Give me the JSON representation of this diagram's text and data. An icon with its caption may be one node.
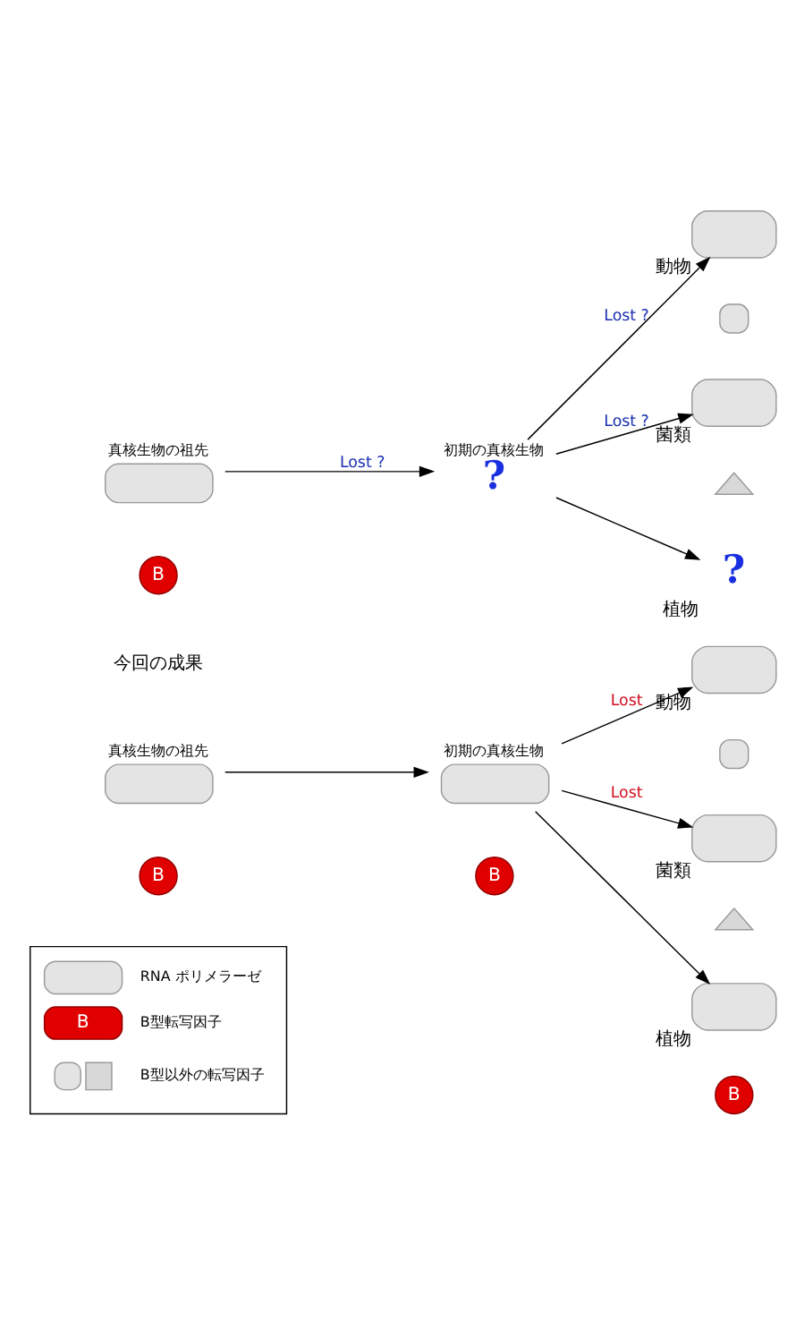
{
  "diagram": {
    "nodes": [
      {
        "text": [
          "真核生物の祖先"
        ]
      },
      {
        "text": [
          "B"
        ]
      },
      {
        "text": [
          "初期の真核生物",
          "?"
        ]
      },
      {
        "text": [],
        "shape": "box",
        "beside": [
          "動物"
        ]
      },
      {
        "text": [],
        "shape": "square"
      },
      {
        "text": [],
        "shape": "box",
        "beside": [
          "菌類"
        ]
      },
      {
        "text": [],
        "shape": "triangle"
      },
      {
        "text": [
          "?"
        ],
        "beside": [
          "植物"
        ]
      },
      {
        "text": [
          "真核生物の祖先"
        ]
      },
      {
        "text": [
          "B"
        ]
      },
      {
        "text": [
          "初期の真核生物"
        ]
      },
      {
        "text": [
          "B"
        ]
      },
      {
        "text": [],
        "shape": "box",
        "beside": [
          "動物"
        ]
      },
      {
        "text": [],
        "shape": "square"
      },
      {
        "text": [],
        "shape": "box",
        "beside": [
          "菌類"
        ]
      },
      {
        "text": [],
        "shape": "triangle"
      },
      {
        "text": [],
        "shape": "box",
        "beside": [
          "植物"
        ]
      },
      {
        "text": [
          "B"
        ]
      }
    ],
    "edges": [
      {
        "from": 0,
        "to": 2,
        "arrow": "to",
        "label": "Lost ?"
      },
      {
        "from": 2,
        "to": 3,
        "arrow": "to",
        "label": "Lost ?"
      },
      {
        "from": 2,
        "to": 5,
        "arrow": "to",
        "label": "Lost ?"
      },
      {
        "from": 2,
        "to": 7,
        "arrow": "to"
      },
      {
        "from": 8,
        "to": 10,
        "arrow": "to"
      },
      {
        "from": 10,
        "to": 12,
        "arrow": "to",
        "label": "Lost"
      },
      {
        "from": 10,
        "to": 14,
        "arrow": "to",
        "label": "Lost"
      },
      {
        "from": 10,
        "to": 16,
        "arrow": "to"
      }
    ],
    "labels": [
      "今回の成果",
      "B"
    ],
    "legend": [
      {
        "text": "RNA ポリメラーゼ"
      },
      {
        "text": "B型転写因子"
      },
      {
        "text": "B型以外の転写因子"
      }
    ]
  }
}
